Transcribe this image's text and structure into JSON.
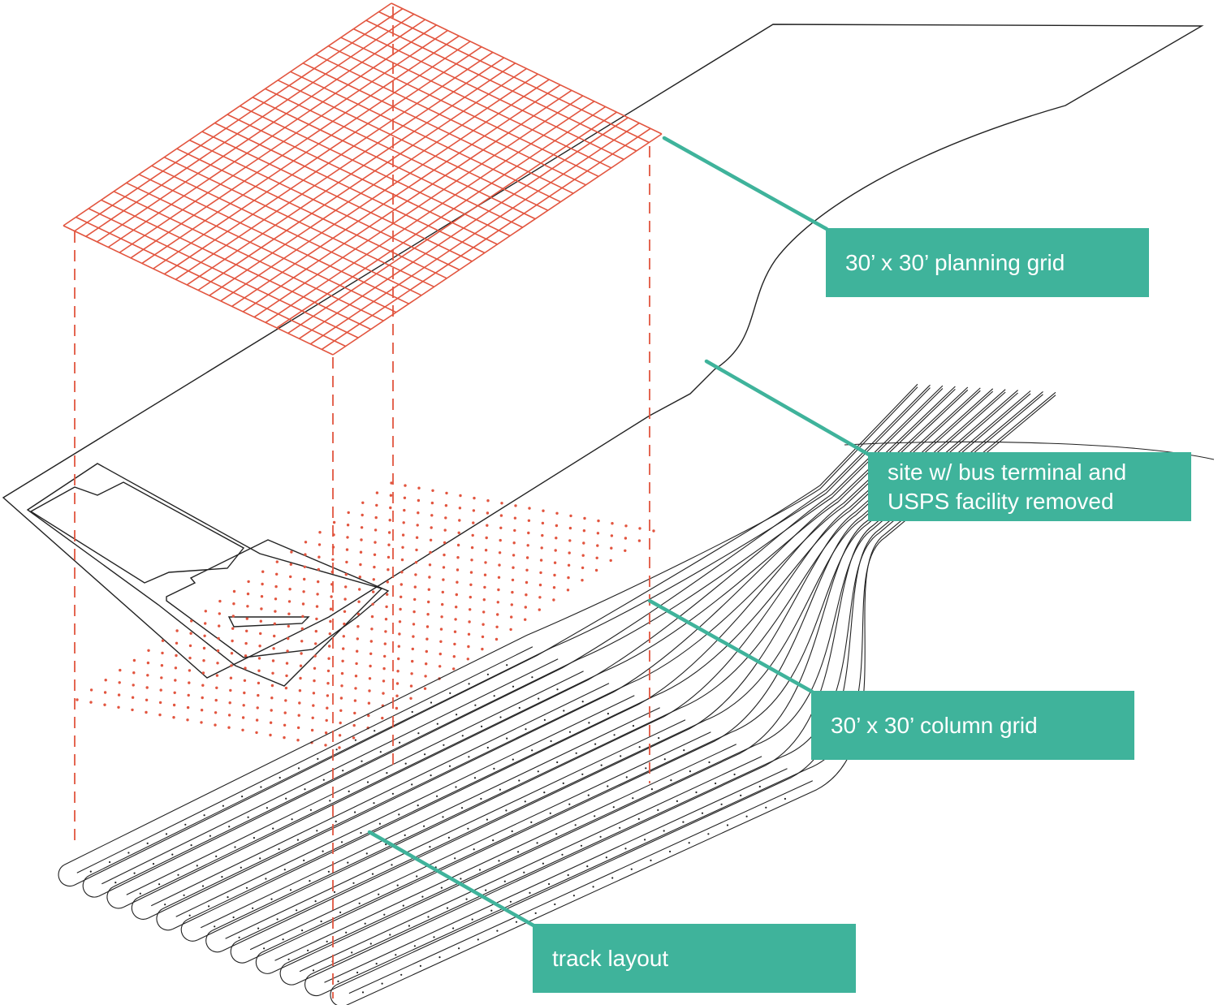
{
  "labels": {
    "planning_grid": "30’ x 30’ planning grid",
    "site_line1": "site w/ bus terminal and",
    "site_line2": "USPS facility removed",
    "column_grid": "30’ x 30’ column grid",
    "track_layout": "track layout"
  },
  "colors": {
    "label_fill": "#3fb39b",
    "label_text": "#ffffff",
    "grid_red": "#e2553f",
    "line_black": "#222222"
  }
}
